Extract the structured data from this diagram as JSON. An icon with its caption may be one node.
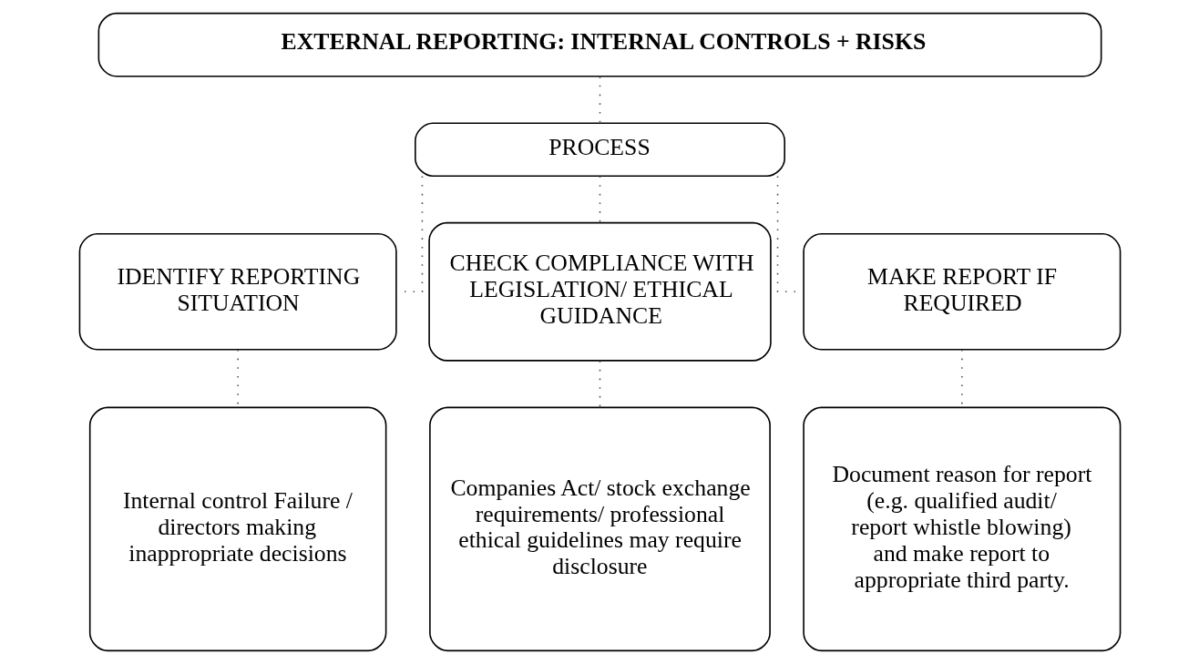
{
  "diagram": {
    "nodes": [
      {
        "text": [
          "EXTERNAL REPORTING: INTERNAL CONTROLS + RISKS"
        ]
      },
      {
        "text": [
          "PROCESS"
        ]
      },
      {
        "text": [
          "IDENTIFY REPORTING SITUATION"
        ]
      },
      {
        "text": [
          "CHECK COMPLIANCE WITH LEGISLATION/ ETHICAL GUIDANCE"
        ]
      },
      {
        "text": [
          "MAKE REPORT IF REQUIRED"
        ]
      },
      {
        "text": [
          "Internal control Failure / directors making inappropriate decisions"
        ]
      },
      {
        "text": [
          "Companies Act/ stock exchange requirements/ professional ethical guidelines may require disclosure"
        ]
      },
      {
        "text": [
          "Document reason for report (e.g. qualified audit/ report whistle blowing) and make report to appropriate third party."
        ]
      }
    ],
    "edges": [
      {
        "from": 0,
        "to": 1,
        "arrow": "none"
      },
      {
        "from": 1,
        "to": 2,
        "arrow": "none"
      },
      {
        "from": 1,
        "to": 3,
        "arrow": "none"
      },
      {
        "from": 1,
        "to": 4,
        "arrow": "none"
      },
      {
        "from": 2,
        "to": 5,
        "arrow": "none"
      },
      {
        "from": 3,
        "to": 6,
        "arrow": "none"
      },
      {
        "from": 4,
        "to": 7,
        "arrow": "none"
      }
    ]
  }
}
